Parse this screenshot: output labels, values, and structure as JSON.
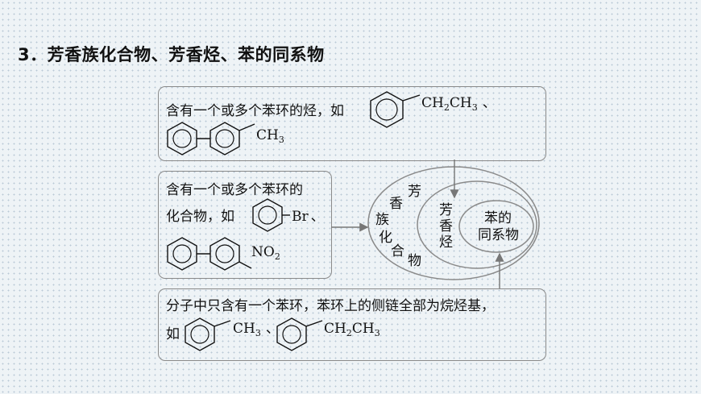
{
  "title": "3．芳香族化合物、芳香烃、苯的同系物",
  "box_top": {
    "text": "含有一个或多个苯环的烃，如",
    "ex1_group": "CH",
    "ex1_sub": "2",
    "ex1_group2": "CH",
    "ex1_sub2": "3",
    "sep": "、",
    "ex2_group": "CH",
    "ex2_sub": "3"
  },
  "box_mid": {
    "line1": "含有一个或多个苯环的",
    "line2": "化合物，如",
    "ex1_group": "Br",
    "sep": "、",
    "ex2_group": "NO",
    "ex2_sub": "2"
  },
  "box_bottom": {
    "line1": "分子中只含有一个苯环，苯环上的侧链全部为烷烃基，",
    "prefix": "如",
    "ex1_group": "CH",
    "ex1_sub": "3",
    "sep": "、",
    "ex2_group": "CH",
    "ex2_sub": "2",
    "ex2_group2": "CH",
    "ex2_sub2": "3"
  },
  "venn": {
    "outer": [
      "芳",
      "香",
      "族",
      "化",
      "合",
      "物"
    ],
    "middle": [
      "芳",
      "香",
      "烃"
    ],
    "inner_line1": "苯的",
    "inner_line2": "同系物"
  }
}
